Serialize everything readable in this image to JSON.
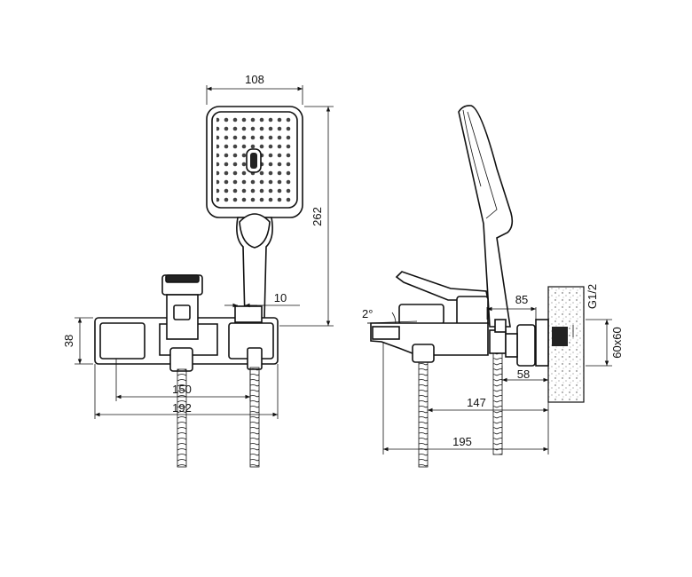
{
  "front_view": {
    "head_width": "108",
    "total_height": "262",
    "holder_offset": "10",
    "body_height": "38",
    "inlet_spacing": "150",
    "body_width": "192"
  },
  "side_view": {
    "spout_angle": "2°",
    "holder_depth": "85",
    "thread": "G1/2",
    "flange": "60x60",
    "holder_wall": "58",
    "outlet_wall": "147",
    "total_depth": "195"
  }
}
